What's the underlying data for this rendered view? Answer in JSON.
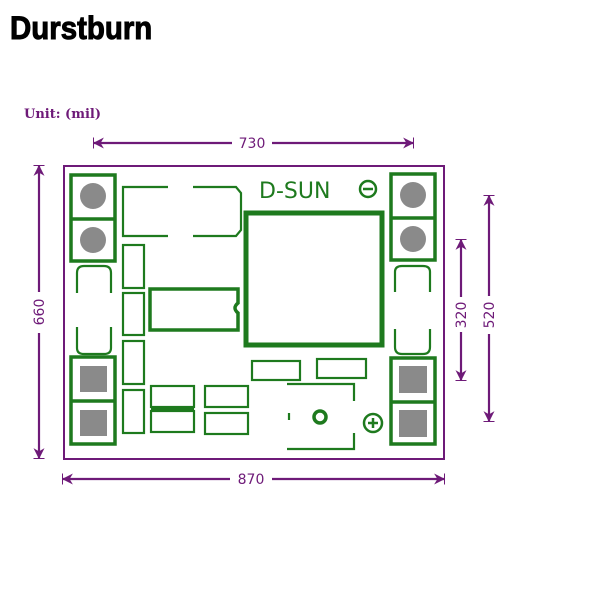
{
  "brand": {
    "title": "Durstburn"
  },
  "drawing": {
    "unit_label": "Unit:  (mil)",
    "dimensions": {
      "top_width": "730",
      "bottom_width": "870",
      "left_height": "660",
      "right_inner_height": "320",
      "right_outer_height": "520"
    },
    "board": {
      "silkscreen_label": "D-SUN",
      "negative_symbol": "⊖",
      "positive_symbol": "⊕"
    }
  },
  "colors": {
    "dimension": "#6e1a78",
    "silkscreen": "#1e7a1e",
    "pad": "#8a8a8a",
    "background": "#ffffff"
  }
}
